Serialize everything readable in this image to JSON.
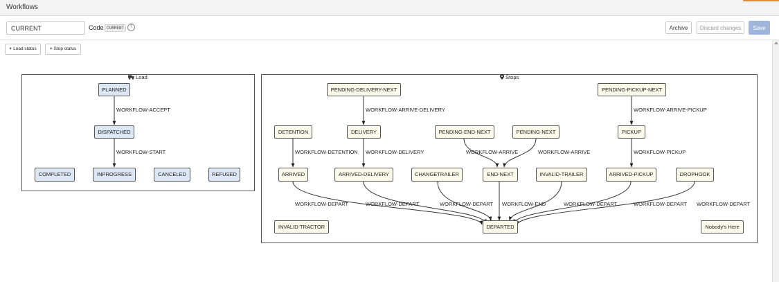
{
  "header": {
    "title": "Workflows"
  },
  "toolbar": {
    "code_value": "CURRENT",
    "code_label": "Code",
    "code_badge": "CURRENT",
    "help_glyph": "?",
    "archive_label": "Archive",
    "discard_label": "Discard changes",
    "save_label": "Save"
  },
  "actions": {
    "load_status_label": "Load status",
    "stop_status_label": "Stop status",
    "plus_glyph": "+"
  },
  "colors": {
    "accent": "#9fb6dc",
    "load_node": "#dde6f3",
    "stop_node": "#fbf9ea"
  },
  "load_cluster": {
    "label": "Load",
    "icon": "truck-icon"
  },
  "stops_cluster": {
    "label": "Stops",
    "icon": "map-pin-icon"
  },
  "load_nodes": [
    "PLANNED",
    "DISPATCHED",
    "COMPLETED",
    "INPROGRESS",
    "CANCELED",
    "REFUSED"
  ],
  "load_edges": [
    "WORKFLOW-ACCEPT",
    "WORKFLOW-START"
  ],
  "stop_nodes": [
    "PENDING-DELIVERY-NEXT",
    "PENDING-PICKUP-NEXT",
    "DETENTION",
    "DELIVERY",
    "PENDING-END-NEXT",
    "PENDING-NEXT",
    "PICKUP",
    "ARRIVED",
    "ARRIVED-DELIVERY",
    "CHANGETRAILER",
    "END-NEXT",
    "INVALID-TRAILER",
    "ARRIVED-PICKUP",
    "DROPHOOK",
    "INVALID-TRACTOR",
    "DEPARTED",
    "Nobody's Here"
  ],
  "stop_edges": [
    "WORKFLOW-ARRIVE-DELIVERY",
    "WORKFLOW-ARRIVE-PICKUP",
    "WORKFLOW-DETENTION",
    "WORKFLOW-DELIVERY",
    "WORKFLOW-ARRIVE",
    "WORKFLOW-ARRIVE",
    "WORKFLOW-PICKUP",
    "WORKFLOW-DEPART",
    "WORKFLOW-DEPART",
    "WORKFLOW-DEPART",
    "WORKFLOW-END",
    "WORKFLOW-DEPART",
    "WORKFLOW-DEPART",
    "WORKFLOW-DEPART"
  ]
}
